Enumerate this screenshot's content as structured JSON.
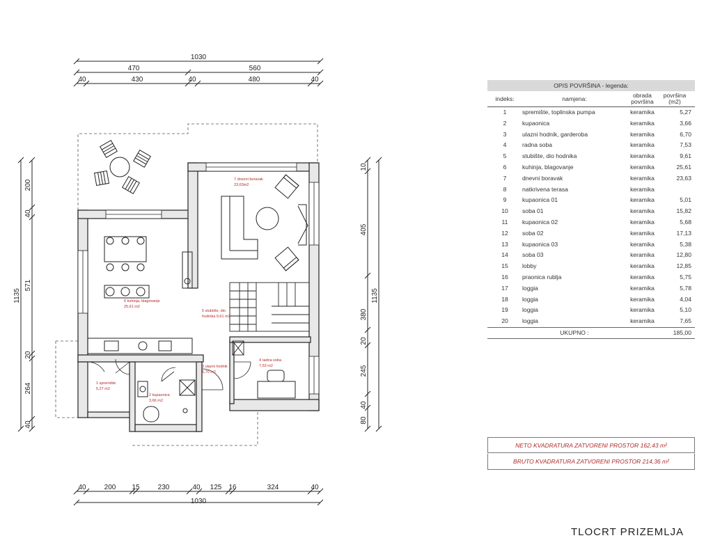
{
  "dimensions": {
    "top_total": "1030",
    "top_segments": [
      "470",
      "560"
    ],
    "top_inner": [
      "40",
      "430",
      "40",
      "480",
      "40"
    ],
    "bottom_segments": [
      "40",
      "200",
      "15",
      "230",
      "40",
      "125",
      "16",
      "324",
      "40"
    ],
    "bottom_total": "1030",
    "left_total": "1135",
    "left_segments": [
      "200",
      "40",
      "571",
      "20",
      "264",
      "40"
    ],
    "right_total": "1135",
    "right_segments": [
      "10",
      "405",
      "380",
      "20",
      "245",
      "40",
      "80"
    ]
  },
  "rooms": [
    {
      "label": "1 spremište",
      "area": "5,27 m2"
    },
    {
      "label": "2 kupaonica",
      "area": "3,66 m2"
    },
    {
      "label": "3 ulazni hodnik",
      "area": "6,70 m2"
    },
    {
      "label": "4 radna soba",
      "area": "7,53 m2"
    },
    {
      "label": "5 stubište, dio",
      "area": "hodnika 9,61 m2"
    },
    {
      "label": "6 kuhinja, blagovanje",
      "area": "25,61 m2"
    },
    {
      "label": "7 dnevni boravak",
      "area": "23,63m2"
    }
  ],
  "legend": {
    "title": "OPIS POVRŠINA - legenda:",
    "headers": {
      "index": "indeks:",
      "purpose": "namjena:",
      "finish": "obrada površina",
      "area": "površina (m2)"
    },
    "rows": [
      {
        "i": "1",
        "name": "spremište, toplinska pumpa",
        "finish": "keramika",
        "area": "5,27"
      },
      {
        "i": "2",
        "name": "kupaonica",
        "finish": "keramika",
        "area": "3,66"
      },
      {
        "i": "3",
        "name": "ulazni hodnik, garderoba",
        "finish": "keramika",
        "area": "6,70"
      },
      {
        "i": "4",
        "name": "radna soba",
        "finish": "keramika",
        "area": "7,53"
      },
      {
        "i": "5",
        "name": "stubište, dio hodnika",
        "finish": "keramika",
        "area": "9,61"
      },
      {
        "i": "6",
        "name": "kuhinja, blagovanje",
        "finish": "keramika",
        "area": "25,61"
      },
      {
        "i": "7",
        "name": "dnevni boravak",
        "finish": "keramika",
        "area": "23,63"
      },
      {
        "i": "8",
        "name": "natkrivena terasa",
        "finish": "keramika",
        "area": ""
      },
      {
        "i": "9",
        "name": "kupaonica 01",
        "finish": "keramika",
        "area": "5,01"
      },
      {
        "i": "10",
        "name": "soba 01",
        "finish": "keramika",
        "area": "15,82"
      },
      {
        "i": "11",
        "name": "kupaonica 02",
        "finish": "keramika",
        "area": "5,68"
      },
      {
        "i": "12",
        "name": "soba 02",
        "finish": "keramika",
        "area": "17,13"
      },
      {
        "i": "13",
        "name": "kupaonica 03",
        "finish": "keramika",
        "area": "5,38"
      },
      {
        "i": "14",
        "name": "soba 03",
        "finish": "keramika",
        "area": "12,80"
      },
      {
        "i": "15",
        "name": "lobby",
        "finish": "keramika",
        "area": "12,85"
      },
      {
        "i": "16",
        "name": "praonica rublja",
        "finish": "keramika",
        "area": "5,75"
      },
      {
        "i": "17",
        "name": "loggia",
        "finish": "keramika",
        "area": "5,78"
      },
      {
        "i": "18",
        "name": "loggia",
        "finish": "keramika",
        "area": "4,04"
      },
      {
        "i": "19",
        "name": "loggia",
        "finish": "keramika",
        "area": "5,10"
      },
      {
        "i": "20",
        "name": "loggia",
        "finish": "keramika",
        "area": "7,65"
      }
    ],
    "total_label": "UKUPNO :",
    "total_value": "185,00"
  },
  "summary": {
    "net": "NETO KVADRATURA ZATVORENI PROSTOR  162,43 m²",
    "gross": "BRUTO KVADRATURA ZATVORENI PROSTOR  214,36 m²"
  },
  "floor_title": "TLOCRT PRIZEMLJA",
  "colors": {
    "annotation": "#b22a2a",
    "wall": "#222222",
    "legend_header_bg": "#d9d9d9"
  }
}
